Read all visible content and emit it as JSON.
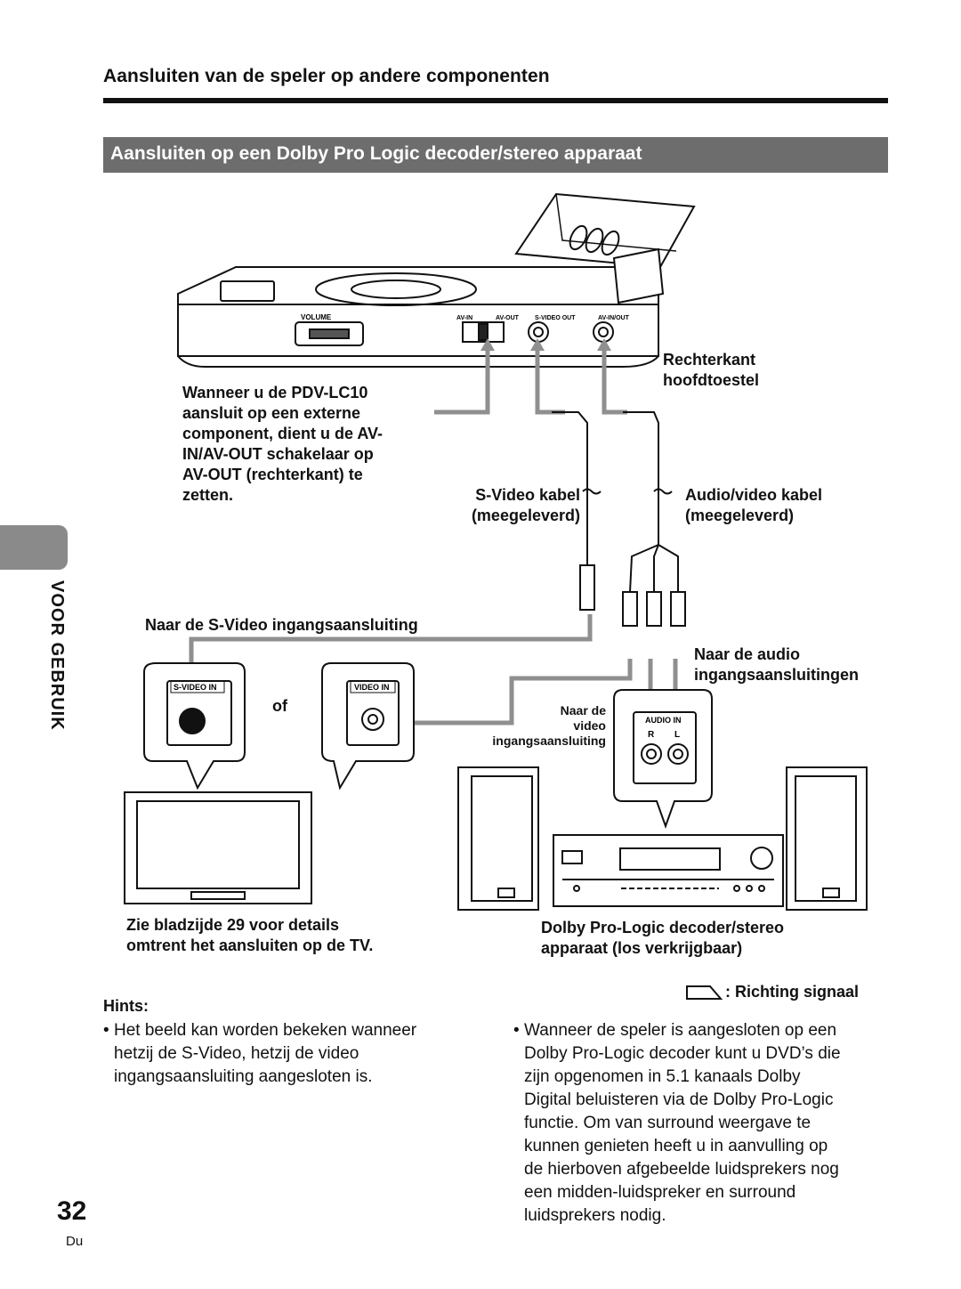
{
  "header": {
    "title": "Aansluiten van de speler op andere componenten",
    "section": "Aansluiten op een Dolby Pro Logic decoder/stereo apparaat"
  },
  "side_tab": "VOOR GEBRUIK",
  "diagram": {
    "player_labels": {
      "volume": "VOLUME",
      "av_in": "AV-IN",
      "av_out": "AV-OUT",
      "svideo_out": "S-VIDEO OUT",
      "av_in_out": "AV-IN/OUT"
    },
    "right_side": "Rechterkant\nhoofdtoestel",
    "switch_note": "Wanneer u de PDV-LC10\naansluit op een externe\ncomponent, dient u de AV-\nIN/AV-OUT schakelaar op\nAV-OUT (rechterkant) te\nzetten.",
    "svideo_cable": "S-Video kabel\n(meegeleverd)",
    "av_cable": "Audio/video kabel\n(meegeleverd)",
    "to_svideo_input": "Naar de S-Video ingangsaansluiting",
    "to_audio_inputs": "Naar de audio\ningangsaansluitingen",
    "to_video_input": "Naar de\nvideo\ningangsaansluiting",
    "svideo_in": "S-VIDEO IN",
    "video_in": "VIDEO IN",
    "or": "of",
    "audio_in": "AUDIO IN",
    "audio_r": "R",
    "audio_l": "L",
    "tv_note": "Zie bladzijde 29 voor details\nomtrent het aansluiten op de TV.",
    "decoder_note": "Dolby Pro-Logic decoder/stereo\napparaat (los verkrijgbaar)",
    "signal_legend": ": Richting signaal"
  },
  "hints": {
    "title": "Hints:",
    "left": "Het beeld kan worden bekeken wanneer\nhetzij de S-Video, hetzij de video\ningangsaansluiting aangesloten is.",
    "right": "Wanneer de speler is aangesloten op een\nDolby Pro-Logic decoder kunt u DVD’s die\nzijn opgenomen in 5.1 kanaals Dolby\nDigital beluisteren via de Dolby Pro-Logic\nfunctie. Om van surround weergave te\nkunnen genieten heeft u in aanvulling op\nde hierboven afgebeelde luidsprekers nog\neen midden-luidspreker en surround\nluidsprekers nodig."
  },
  "footer": {
    "page_number": "32",
    "language": "Du"
  }
}
